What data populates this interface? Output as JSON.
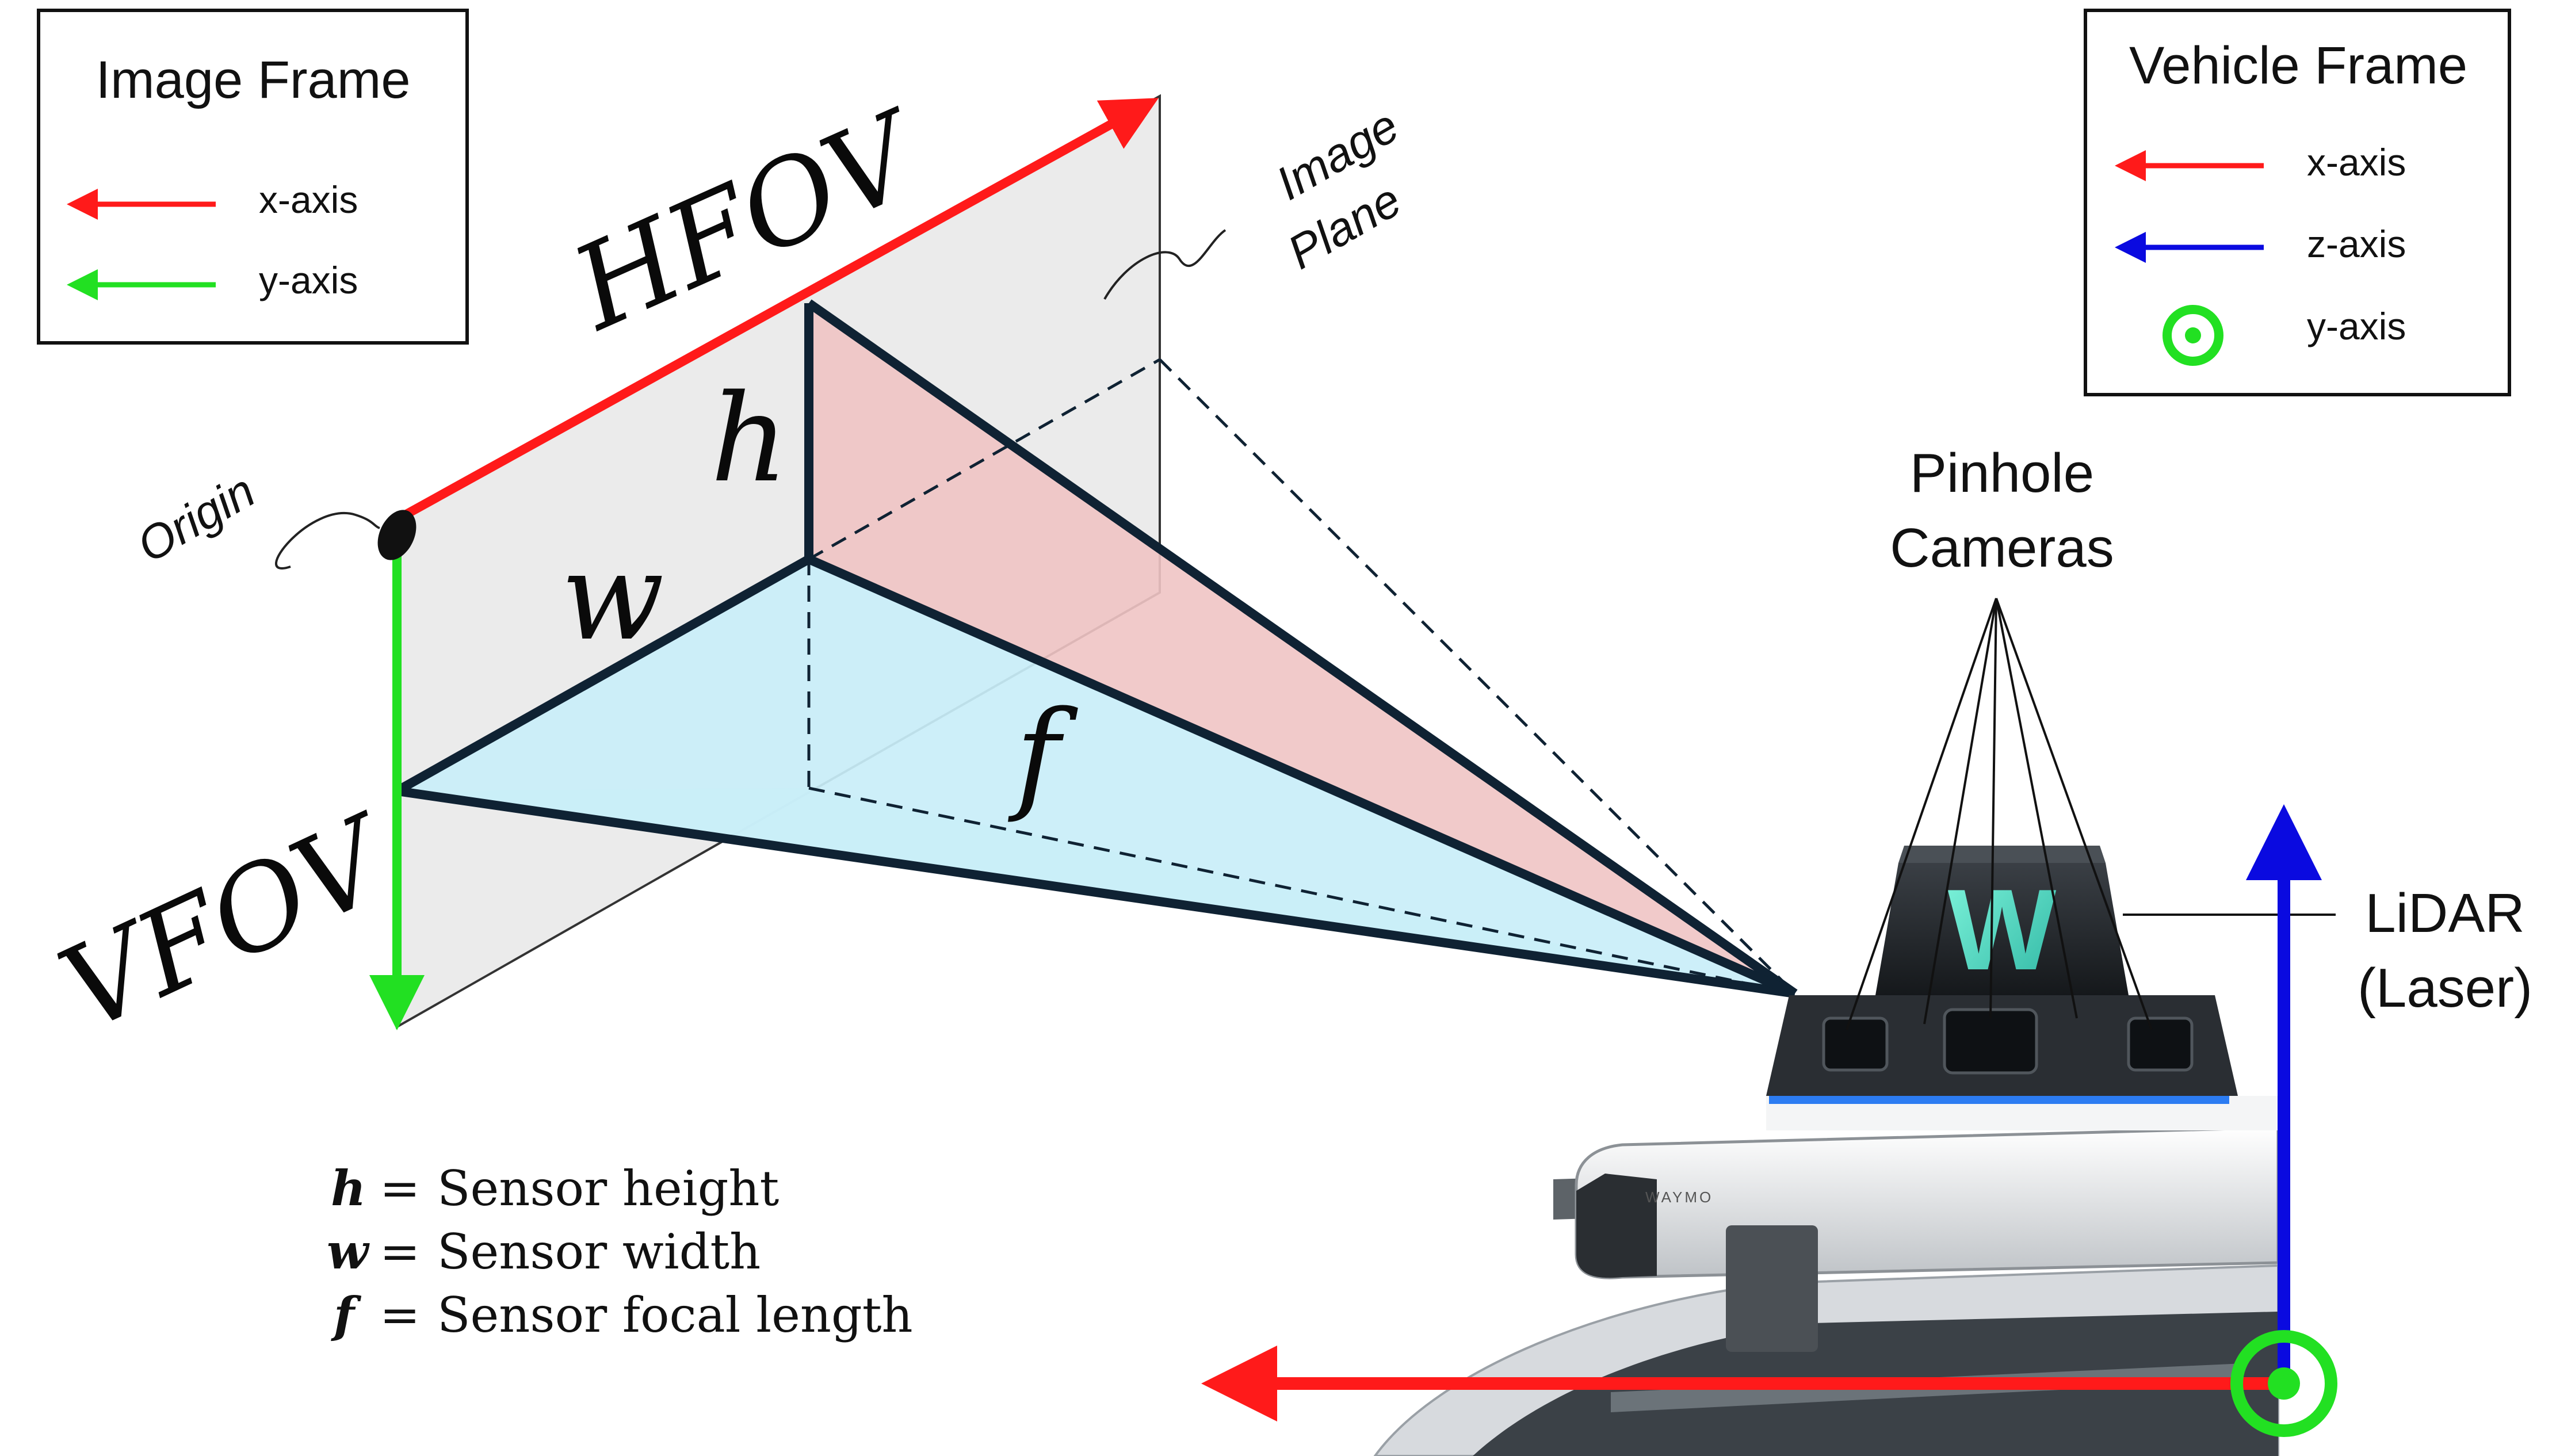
{
  "image_frame_legend": {
    "title": "Image Frame",
    "items": [
      {
        "label": "x-axis",
        "color": "#ff1a1a"
      },
      {
        "label": "y-axis",
        "color": "#22e022"
      }
    ]
  },
  "vehicle_frame_legend": {
    "title": "Vehicle Frame",
    "items": [
      {
        "label": "x-axis",
        "color": "#ff1a1a"
      },
      {
        "label": "z-axis",
        "color": "#0a0ae0"
      },
      {
        "label": "y-axis",
        "color": "#22e022"
      }
    ]
  },
  "labels": {
    "hfov": "HFOV",
    "vfov": "VFOV",
    "h": "h",
    "w": "w",
    "f": "f",
    "origin": "Origin",
    "image_plane_line1": "Image",
    "image_plane_line2": "Plane",
    "pinhole_line1": "Pinhole",
    "pinhole_line2": "Cameras",
    "lidar_line1": "LiDAR",
    "lidar_line2": "(Laser)",
    "vehicle_brand": "WAYMO",
    "dome_logo": "W"
  },
  "definitions": [
    {
      "symbol": "h",
      "eq": "=",
      "text": "Sensor height"
    },
    {
      "symbol": "w",
      "eq": "=",
      "text": "Sensor width"
    },
    {
      "symbol": "f",
      "eq": "=",
      "text": "Sensor focal length"
    }
  ],
  "colors": {
    "x_axis": "#ff1a1a",
    "y_axis": "#22e022",
    "z_axis": "#0a0ae0",
    "frustum_vertical": "#efc4c4",
    "frustum_horizontal": "#c9eef8",
    "image_plane": "#ebebeb",
    "outline": "#0f2233"
  }
}
